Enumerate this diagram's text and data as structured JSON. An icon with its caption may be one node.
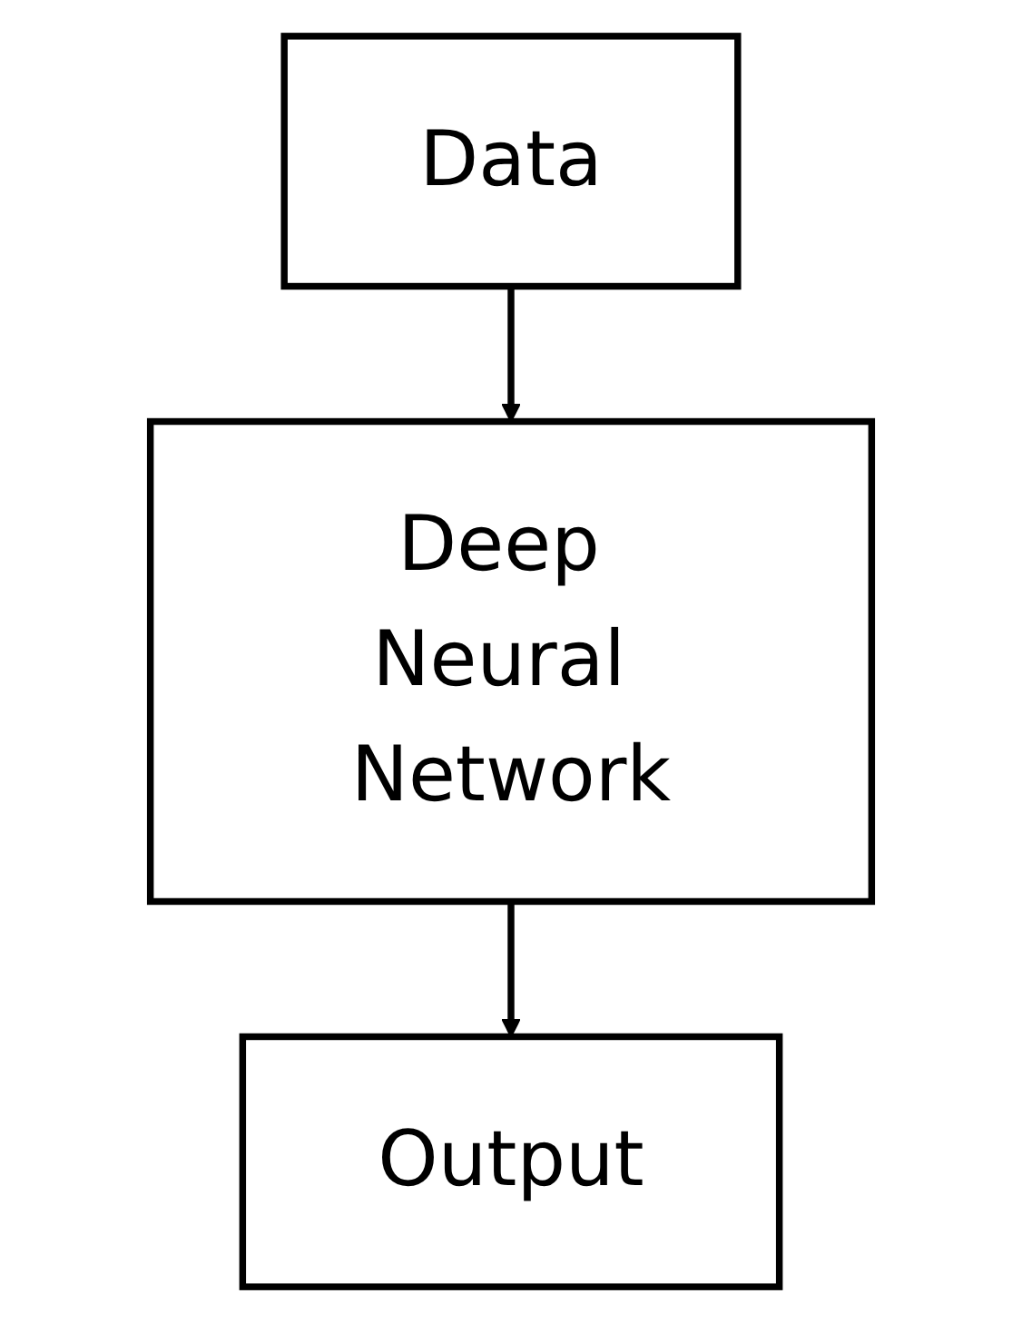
{
  "diagram": {
    "nodes": [
      {
        "text": [
          "Data"
        ]
      },
      {
        "text": [
          "Deep Neural Network"
        ]
      },
      {
        "text": [
          "Output"
        ]
      }
    ],
    "edges": [
      {
        "from": 0,
        "to": 1,
        "arrow": "to"
      },
      {
        "from": 1,
        "to": 2,
        "arrow": "to"
      }
    ]
  }
}
